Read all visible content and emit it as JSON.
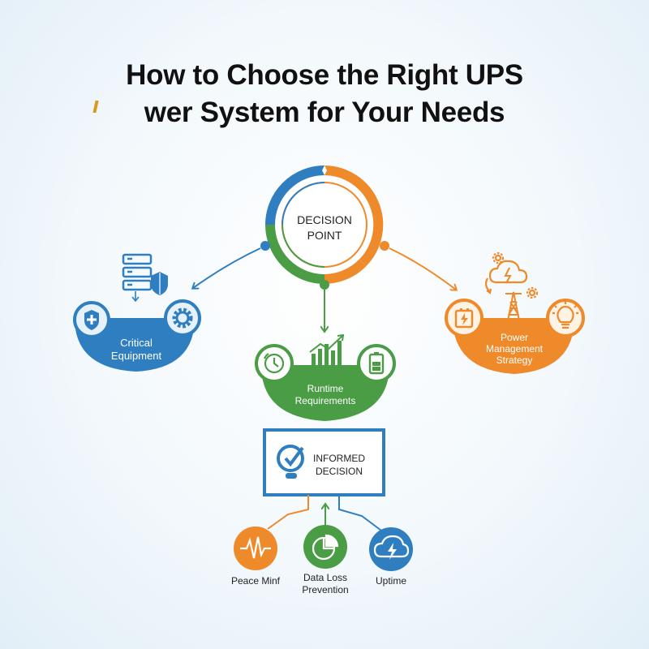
{
  "title": {
    "line1": "How to Choose the Right UPS",
    "line2": "wer System for Your Needs"
  },
  "decision_point": {
    "line1": "DECISION",
    "line2": "POINT"
  },
  "branches": {
    "critical_equipment": {
      "line1": "Critical",
      "line2": "Equipment"
    },
    "runtime_requirements": {
      "line1": "Runtime",
      "line2": "Requirements"
    },
    "power_management_strategy": {
      "line1": "Power",
      "line2": "Management",
      "line3": "Strategy"
    }
  },
  "informed_decision": {
    "line1": "INFORMED",
    "line2": "DECISION"
  },
  "outcomes": {
    "peace_of_mind": "Peace Minf",
    "data_loss_prevention": {
      "line1": "Data Loss",
      "line2": "Prevention"
    },
    "uptime": "Uptime"
  },
  "colors": {
    "blue": "#2f7fc0",
    "green": "#4a9c45",
    "orange": "#ef8a2a",
    "title_text": "#111111",
    "accent_tick": "#d89a1a"
  },
  "icons": [
    "server-rack-icon",
    "shield-icon",
    "medical-cross-shield-icon",
    "gear-icon",
    "clock-icon",
    "bar-chart-icon",
    "battery-icon",
    "cloud-gear-icon",
    "power-tower-icon",
    "battery-charging-icon",
    "lightbulb-icon",
    "checkmark-icon",
    "heartbeat-icon",
    "pie-chart-icon",
    "cloud-bolt-icon"
  ]
}
